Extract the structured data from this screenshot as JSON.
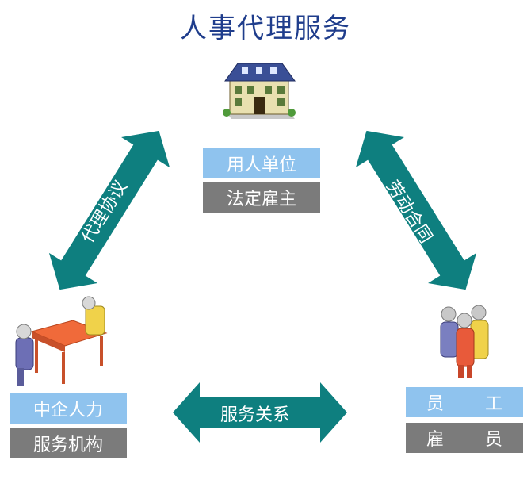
{
  "title": "人事代理服务",
  "colors": {
    "title": "#1f3d8c",
    "arrow": "#0e7f7f",
    "role_box": "#8fc3ee",
    "sub_box": "#7b7b7b"
  },
  "nodes": {
    "employer": {
      "role": "用人单位",
      "sub": "法定雇主",
      "icon": "building-icon"
    },
    "agency": {
      "role": "中企人力",
      "sub": "服务机构",
      "icon": "meeting-table-icon"
    },
    "employee": {
      "role_chars": [
        "员",
        "工"
      ],
      "sub_chars": [
        "雇",
        "员"
      ],
      "icon": "people-group-icon"
    }
  },
  "relations": {
    "left": "代理协议",
    "right": "劳动合同",
    "bottom": "服务关系"
  }
}
